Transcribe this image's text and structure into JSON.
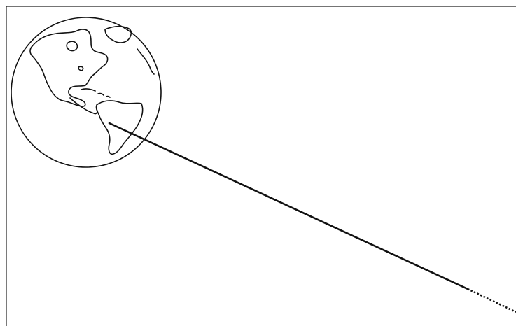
{
  "diagram": {
    "background_color": "#ffffff",
    "stroke_color": "#111111",
    "frame_color": "#222222",
    "elements": [
      {
        "name": "globe",
        "icon": "globe-americas-icon"
      },
      {
        "name": "ray",
        "style": "solid-then-dotted"
      }
    ]
  }
}
